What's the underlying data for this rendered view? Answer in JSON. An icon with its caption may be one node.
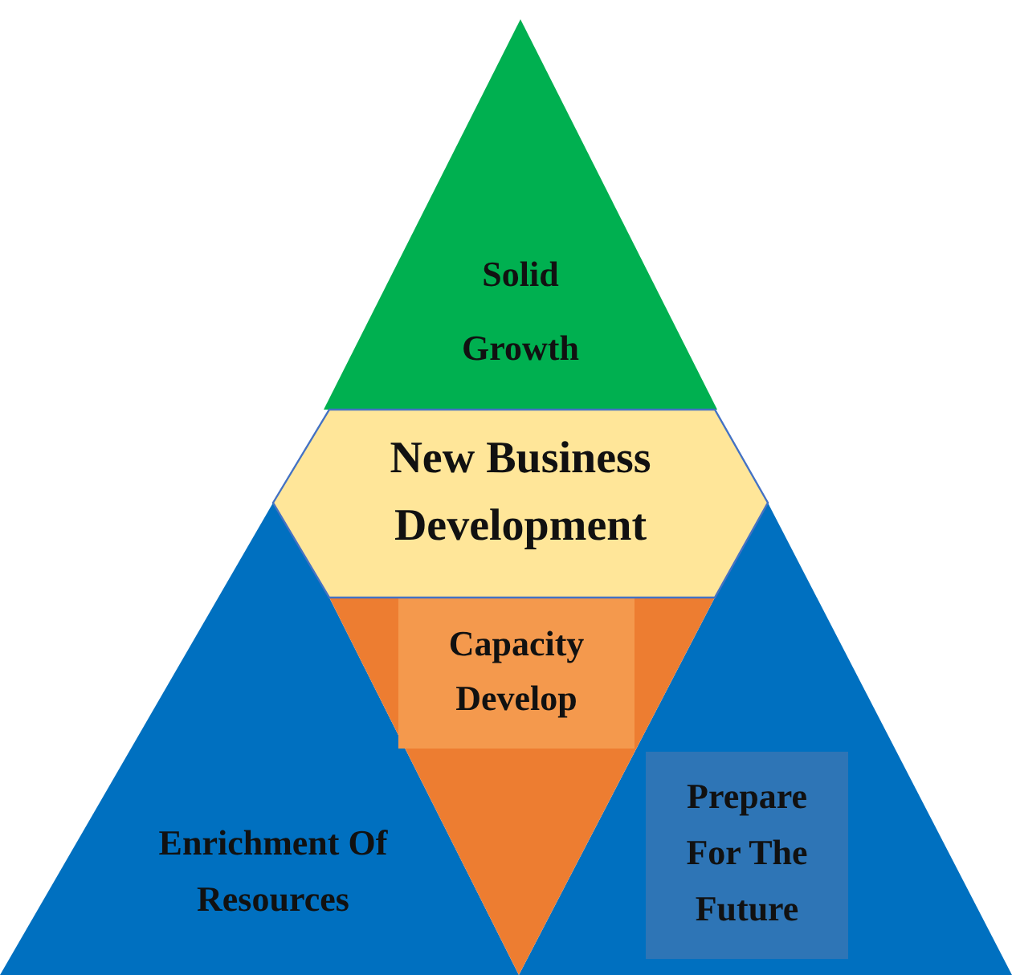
{
  "diagram": {
    "nodes": [
      {
        "text": [
          "Solid Growth"
        ]
      },
      {
        "text": [
          "New Business Development"
        ]
      },
      {
        "text": [
          "Capacity Develop"
        ]
      },
      {
        "text": [
          "Enrichment Of Resources"
        ]
      },
      {
        "text": [
          "Prepare For The Future"
        ]
      }
    ]
  }
}
